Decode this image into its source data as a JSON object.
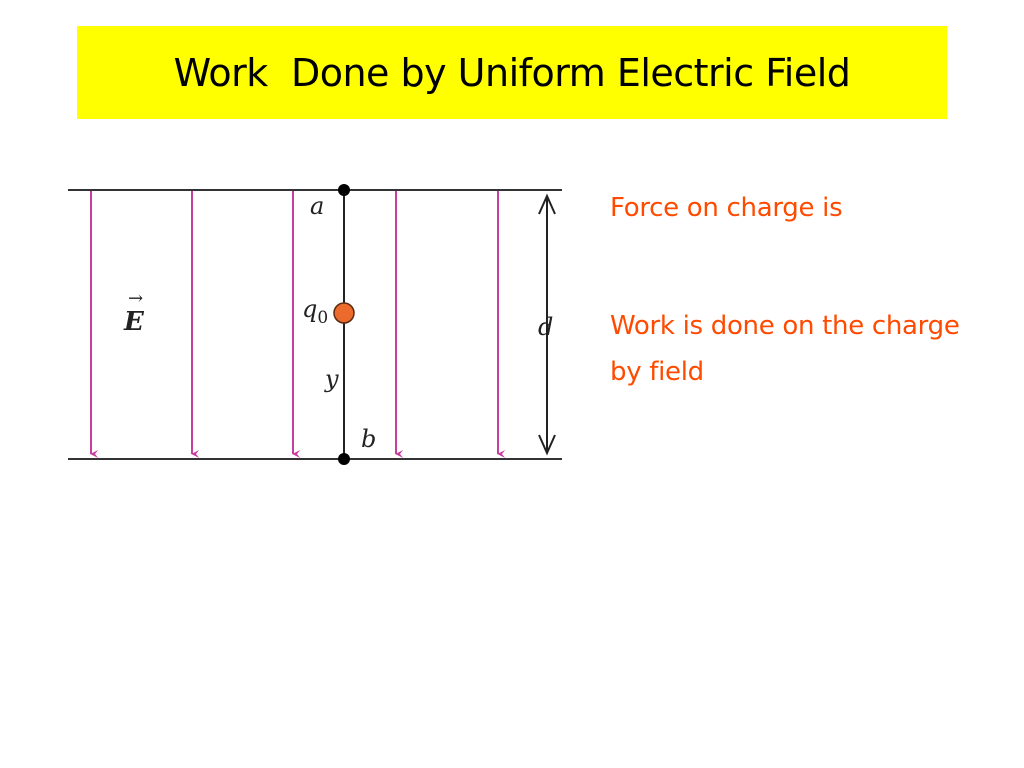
{
  "slide": {
    "title": "Work  Done by Uniform Electric Field",
    "title_bg": "#ffff00",
    "bullets": [
      "Force on charge is",
      "Work is done on the charge by field"
    ],
    "bullet_color": "#ff4b00"
  },
  "diagram": {
    "field_label": "E",
    "field_arrow_symbol": "→",
    "label_a": "a",
    "label_b": "b",
    "charge_label": "q",
    "charge_subscript": "0",
    "label_y": "y",
    "label_d": "d",
    "field_line_color": "#c73f9d",
    "charge_color": "#ec6a2c",
    "field_line_count": 5
  }
}
